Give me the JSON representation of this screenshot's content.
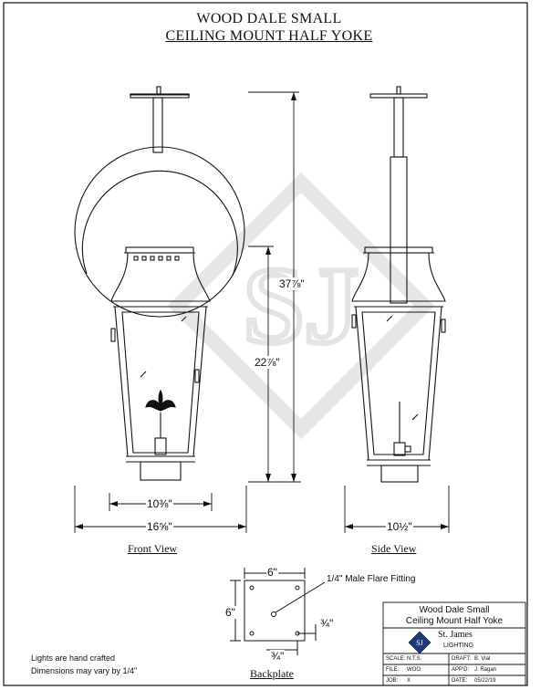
{
  "title": {
    "line1": "WOOD DALE SMALL",
    "line2": "CEILING MOUNT HALF YOKE"
  },
  "dimensions": {
    "overall_height": "37⅞\"",
    "body_height": "22⅞\"",
    "front_inner_width": "10⅜\"",
    "front_outer_width": "16⅝\"",
    "side_width": "10½\"",
    "backplate_width": "6\"",
    "backplate_height": "6\"",
    "backplate_offset_right": "¾\"",
    "backplate_offset_bottom": "¾\""
  },
  "labels": {
    "front_view": "Front View",
    "side_view": "Side View",
    "backplate": "Backplate",
    "fitting": "1/4\" Male Flare Fitting"
  },
  "notes": {
    "line1": "Lights are hand crafted",
    "line2": "Dimensions may vary by 1/4\""
  },
  "title_block": {
    "name_line1": "Wood Dale Small",
    "name_line2": "Ceiling Mount Half Yoke",
    "company": "St. James",
    "company_sub": "LIGHTING",
    "logo_text": "SJ",
    "scale_label": "SCALE:",
    "scale_value": "N.T.S.",
    "draft_label": "DRAFT:",
    "draft_value": "B. Vial",
    "file_label": "FILE:",
    "file_value": "WOO",
    "appd_label": "APP'D:",
    "appd_value": "J. Ragan",
    "job_label": "JOB:",
    "job_value": "X",
    "date_label": "DATE:",
    "date_value": "05/22/19"
  },
  "watermark_text": "SJ",
  "colors": {
    "line": "#111111",
    "watermark": "#e6e6e6",
    "logo_fill": "#1f3a7a"
  }
}
